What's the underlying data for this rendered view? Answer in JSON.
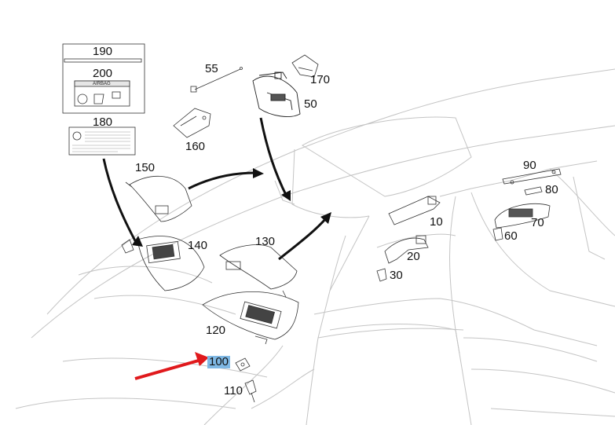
{
  "diagram": {
    "callouts": [
      {
        "id": "190",
        "text": "190"
      },
      {
        "id": "200",
        "text": "200"
      },
      {
        "id": "180",
        "text": "180"
      },
      {
        "id": "55",
        "text": "55"
      },
      {
        "id": "170",
        "text": "170"
      },
      {
        "id": "50",
        "text": "50"
      },
      {
        "id": "160",
        "text": "160"
      },
      {
        "id": "150",
        "text": "150"
      },
      {
        "id": "140",
        "text": "140"
      },
      {
        "id": "130",
        "text": "130"
      },
      {
        "id": "120",
        "text": "120"
      },
      {
        "id": "100",
        "text": "100"
      },
      {
        "id": "110",
        "text": "110"
      },
      {
        "id": "90",
        "text": "90"
      },
      {
        "id": "80",
        "text": "80"
      },
      {
        "id": "70",
        "text": "70"
      },
      {
        "id": "60",
        "text": "60"
      },
      {
        "id": "10",
        "text": "10"
      },
      {
        "id": "20",
        "text": "20"
      },
      {
        "id": "30",
        "text": "30"
      }
    ],
    "airbag_label_text": "AIRBAG",
    "highlighted_callout": "100",
    "colors": {
      "highlight": "#7fb8e4",
      "pointer_arrow": "#e0191c",
      "line": "#111111",
      "car_outline": "#bdbdbd"
    }
  }
}
